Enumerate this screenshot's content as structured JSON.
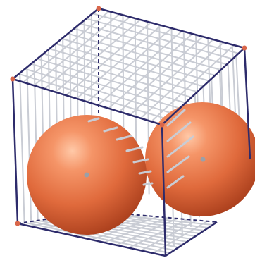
{
  "colors": {
    "background": "#ffffff",
    "edge": "#2d2b6b",
    "hatch": "#c9ccd4",
    "vertex": "#d9664a",
    "center": "#9aa0a8",
    "sphere_light": "#ffc9a8",
    "sphere_mid": "#f07a4a",
    "sphere_dark": "#b2441f"
  },
  "scene": {
    "object": "cube-with-two-spheres",
    "sphere_count": 2,
    "visible_vertex_markers": 5,
    "hatched_faces": [
      "top",
      "bottom",
      "back",
      "right"
    ],
    "hidden_edges_dashed": true
  }
}
